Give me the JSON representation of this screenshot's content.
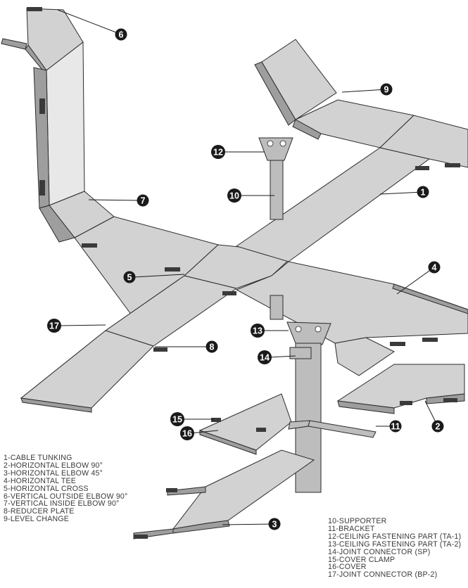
{
  "callouts": [
    {
      "num": "1",
      "name": "cable-tunking"
    },
    {
      "num": "2",
      "name": "horizontal-elbow-90"
    },
    {
      "num": "3",
      "name": "horizontal-elbow-45"
    },
    {
      "num": "4",
      "name": "horizontal-tee"
    },
    {
      "num": "5",
      "name": "horizontal-cross"
    },
    {
      "num": "6",
      "name": "vertical-outside-elbow-90"
    },
    {
      "num": "7",
      "name": "vertical-inside-elbow-90"
    },
    {
      "num": "8",
      "name": "reducer-plate"
    },
    {
      "num": "9",
      "name": "level-change"
    },
    {
      "num": "10",
      "name": "supporter"
    },
    {
      "num": "11",
      "name": "bracket"
    },
    {
      "num": "12",
      "name": "ceiling-fastening-part-ta-1"
    },
    {
      "num": "13",
      "name": "ceiling-fastening-part-ta-2"
    },
    {
      "num": "14",
      "name": "joint-connector-sp"
    },
    {
      "num": "15",
      "name": "cover-clamp"
    },
    {
      "num": "16",
      "name": "cover"
    },
    {
      "num": "17",
      "name": "joint-connector-bp-2"
    }
  ],
  "legend_left": [
    "1-CABLE TUNKING",
    "2-HORIZONTAL ELBOW 90°",
    "3-HORIZONTAL ELBOW 45°",
    "4-HORIZONTAL TEE",
    "5-HORIZONTAL CROSS",
    "6-VERTICAL OUTSIDE ELBOW 90°",
    "7-VERTICAL INSIDE ELBOW  90°",
    "8-REDUCER PLATE",
    "9-LEVEL CHANGE"
  ],
  "legend_right": [
    "10-SUPPORTER",
    "11-BRACKET",
    "12-CEILING FASTENING PART (TA-1)",
    "13-CEILING FASTENING PART (TA-2)",
    "14-JOINT CONNECTOR (SP)",
    "15-COVER CLAMP",
    "16-COVER",
    "17-JOINT CONNECTOR (BP-2)"
  ]
}
